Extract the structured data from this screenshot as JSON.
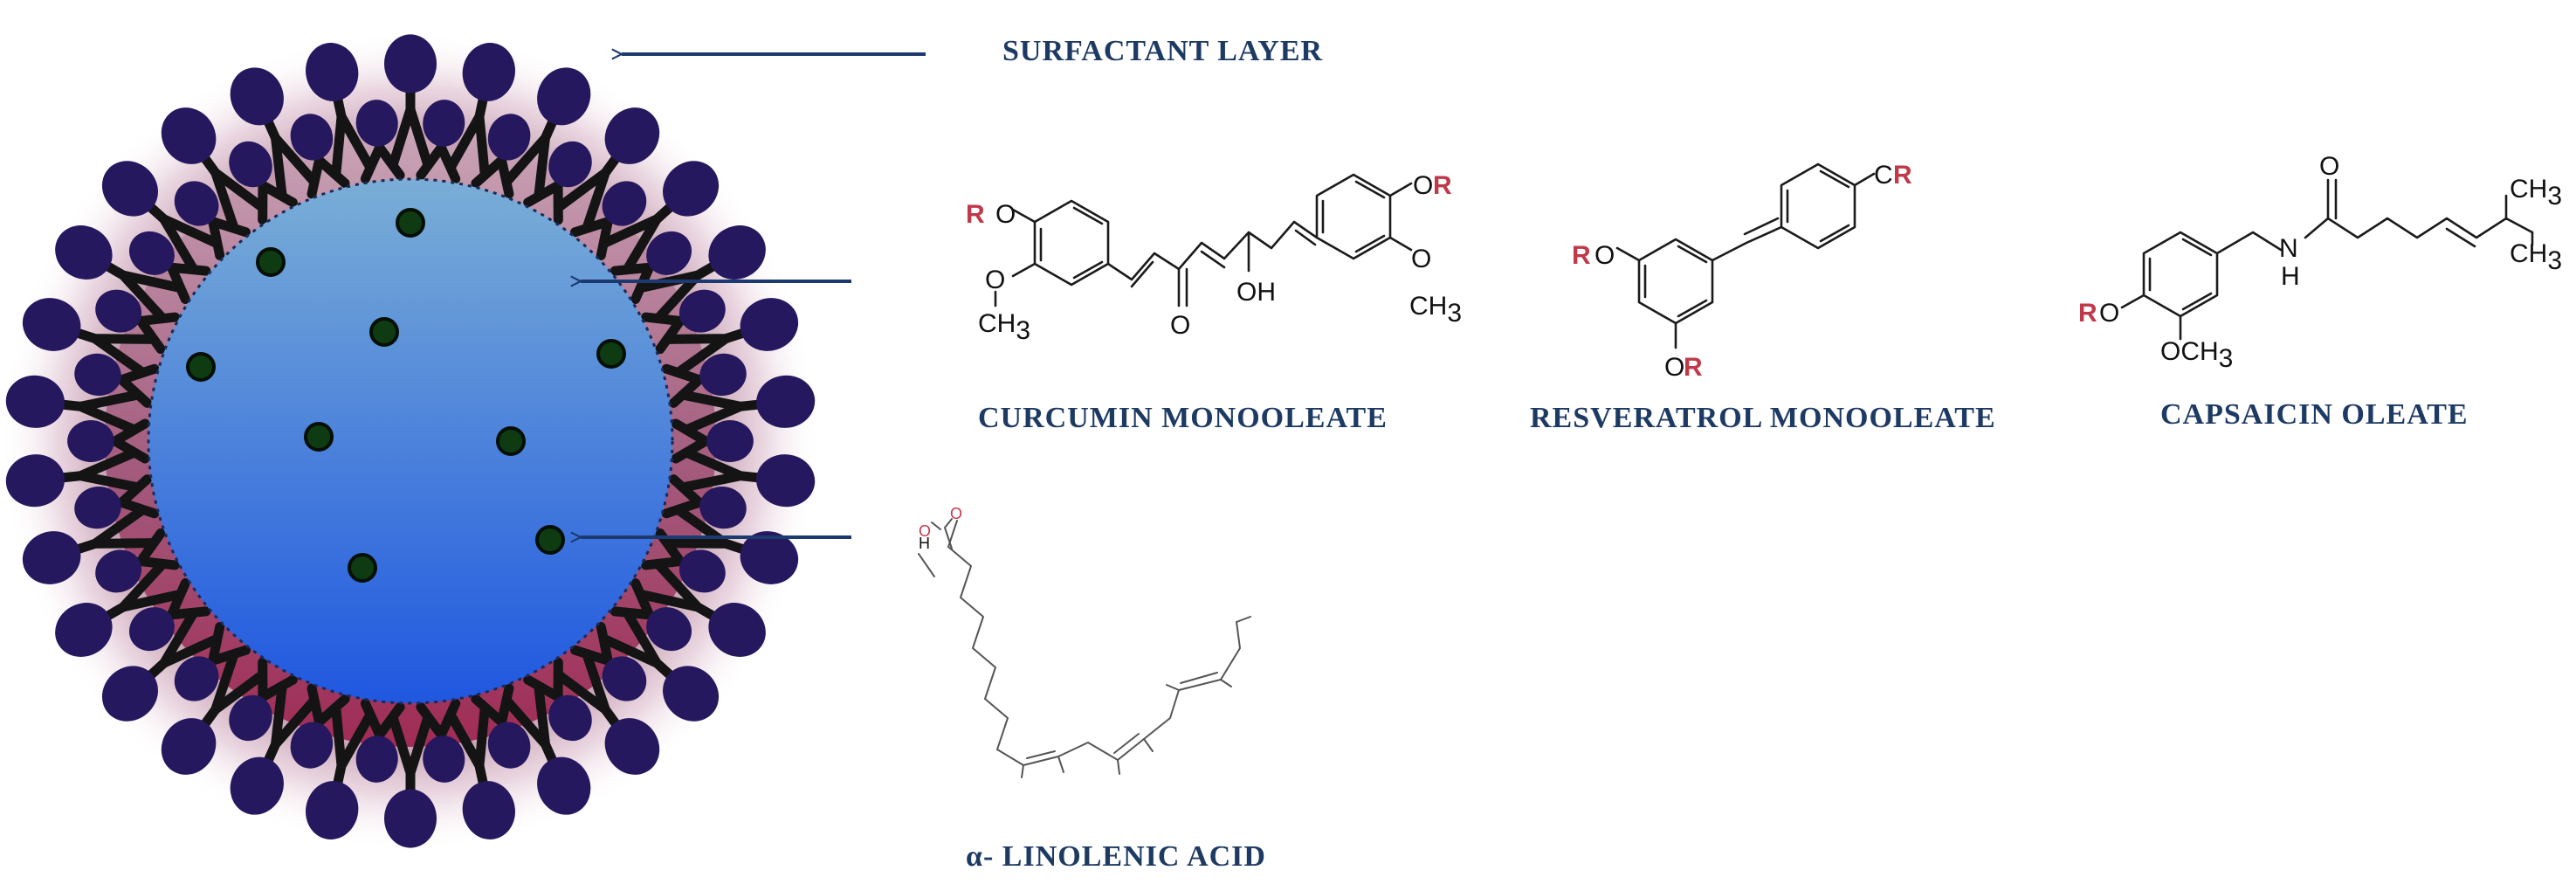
{
  "labels": {
    "surfactant_layer": "SURFACTANT LAYER",
    "curcumin": "CURCUMIN MONOOLEATE",
    "resveratrol": "RESVERATROL MONOOLEATE",
    "capsaicin": "CAPSAICIN OLEATE",
    "linolenic": "α- LINOLENIC ACID"
  },
  "atoms": {
    "r": "R",
    "o": "O",
    "or": "OR",
    "oh": "OH",
    "cr": "CR",
    "ch3": "CH",
    "sub3": "3",
    "och3": "OCH",
    "nh": "N",
    "h": "H"
  },
  "colors": {
    "core_top": "#7aaed6",
    "core_bottom": "#1f57e0",
    "shell": "#a02c55",
    "surfactant_head": "#26185e",
    "surfactant_tail": "#141414",
    "payload_dot": "#0e3b12",
    "arrow": "#1d3a70",
    "label_text": "#1d3a63",
    "r_group": "#c0394a"
  }
}
